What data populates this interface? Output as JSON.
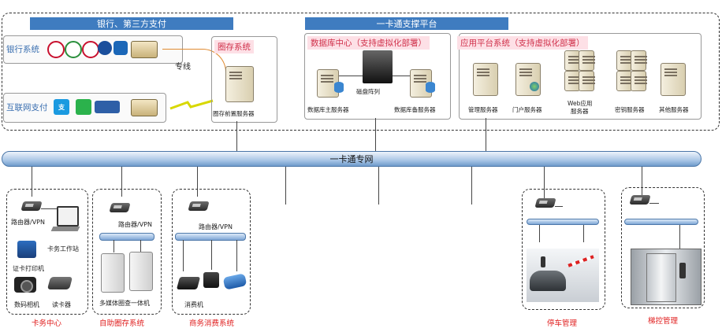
{
  "top": {
    "bank_bar": "银行、第三方支付",
    "platform_bar": "一卡通支撑平台",
    "bank_system": "银行系统",
    "internet_pay": "互联网支付",
    "dedicated_line": "专线",
    "deposit_system": "圈存系统",
    "deposit_server": "圈存前置服务器",
    "db_center": "数据库中心（支持虚拟化部署）",
    "disk_array": "磁盘阵列",
    "db_main": "数据库主服务器",
    "db_backup": "数据库备服务器",
    "app_platform": "应用平台系统（支持虚拟化部署）",
    "mgmt_server": "管理服务器",
    "portal_server": "门户服务器",
    "web_server_l1": "Web应用",
    "web_server_l2": "服务器",
    "key_server": "密钥服务器",
    "other_server": "其他服务器"
  },
  "network": {
    "label": "一卡通专网"
  },
  "bottom": {
    "card_center": {
      "router": "路由器/VPN",
      "workstation": "卡务工作站",
      "printer": "证卡打印机",
      "camera": "数码相机",
      "reader": "读卡器",
      "title": "卡务中心"
    },
    "self_deposit": {
      "router": "路由器/VPN",
      "kiosk": "多媒体圈查一体机",
      "title": "自助圈存系统"
    },
    "consumption": {
      "router": "路由器/VPN",
      "pos": "消费机",
      "title": "商务消费系统"
    },
    "parking": {
      "title": "停车管理"
    },
    "elevator": {
      "title": "梯控管理"
    }
  },
  "icons": {
    "bank_logos": [
      "bank-of-china-icon",
      "icbc-icon",
      "ccb-icon",
      "bank-icon-4",
      "bank-icon-5",
      "bank-icon-6"
    ],
    "pay_logos": [
      "alipay-icon",
      "wechat-pay-icon",
      "e-payment-icon",
      "card-icon"
    ]
  },
  "colors": {
    "bar_blue": "#3f7cc0",
    "red_label": "#e02020",
    "pink_label_bg": "#fde0e6"
  }
}
